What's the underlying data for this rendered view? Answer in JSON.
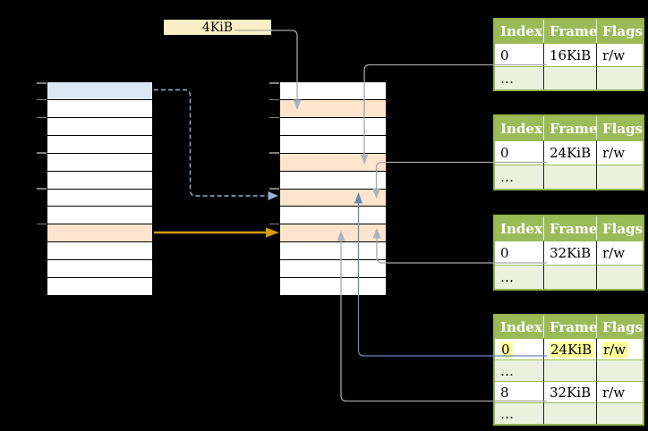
{
  "colors": {
    "background": "#000000",
    "table_header_green": "#9bbb59",
    "table_row_light_green": "#ebf1de",
    "table_border_green": "#94b54e",
    "memory_row_orange": "#fde5cd",
    "memory_row_blue": "#dbe6f3",
    "page_size_box_fill": "#fbeec6",
    "connector_grey": "#a6a6a6",
    "connector_arrow_grey": "#aab1bf",
    "connector_blue": "#6688bd",
    "connector_dashed_blue": "#95b3d7",
    "connector_gold": "#d79b00",
    "highlight_yellow": "#ffff9c",
    "tick_grey": "#7f7f7f"
  },
  "page_size_label": {
    "text": "4KiB"
  },
  "memory_columns": {
    "left": {
      "rows": 12,
      "tick_boundaries": [
        0,
        1,
        2,
        4,
        6,
        8
      ],
      "row_fills": {
        "0": "blue",
        "8": "orange"
      }
    },
    "middle": {
      "rows": 12,
      "tick_boundaries": [
        0,
        1,
        2,
        4,
        6,
        8
      ],
      "row_fills": {
        "1": "orange",
        "4": "orange",
        "6": "orange",
        "8": "orange"
      }
    }
  },
  "page_tables": [
    {
      "name": "page-table-1",
      "columns": [
        "Index",
        "Frame",
        "Flags"
      ],
      "rows": [
        {
          "cells": [
            "0",
            "16KiB",
            "r/w"
          ]
        },
        {
          "cells": [
            "…",
            "",
            ""
          ],
          "shaded": true
        }
      ]
    },
    {
      "name": "page-table-2",
      "columns": [
        "Index",
        "Frame",
        "Flags"
      ],
      "rows": [
        {
          "cells": [
            "0",
            "24KiB",
            "r/w"
          ]
        },
        {
          "cells": [
            "…",
            "",
            ""
          ],
          "shaded": true
        }
      ]
    },
    {
      "name": "page-table-3",
      "columns": [
        "Index",
        "Frame",
        "Flags"
      ],
      "rows": [
        {
          "cells": [
            "0",
            "32KiB",
            "r/w"
          ]
        },
        {
          "cells": [
            "…",
            "",
            ""
          ],
          "shaded": true
        }
      ]
    },
    {
      "name": "page-table-4",
      "columns": [
        "Index",
        "Frame",
        "Flags"
      ],
      "rows": [
        {
          "cells": [
            "0",
            "24KiB",
            "r/w"
          ],
          "highlighted": true
        },
        {
          "cells": [
            "…",
            "",
            ""
          ],
          "shaded": true
        },
        {
          "cells": [
            "8",
            "32KiB",
            "r/w"
          ]
        },
        {
          "cells": [
            "…",
            "",
            ""
          ],
          "shaded": true
        }
      ]
    }
  ]
}
